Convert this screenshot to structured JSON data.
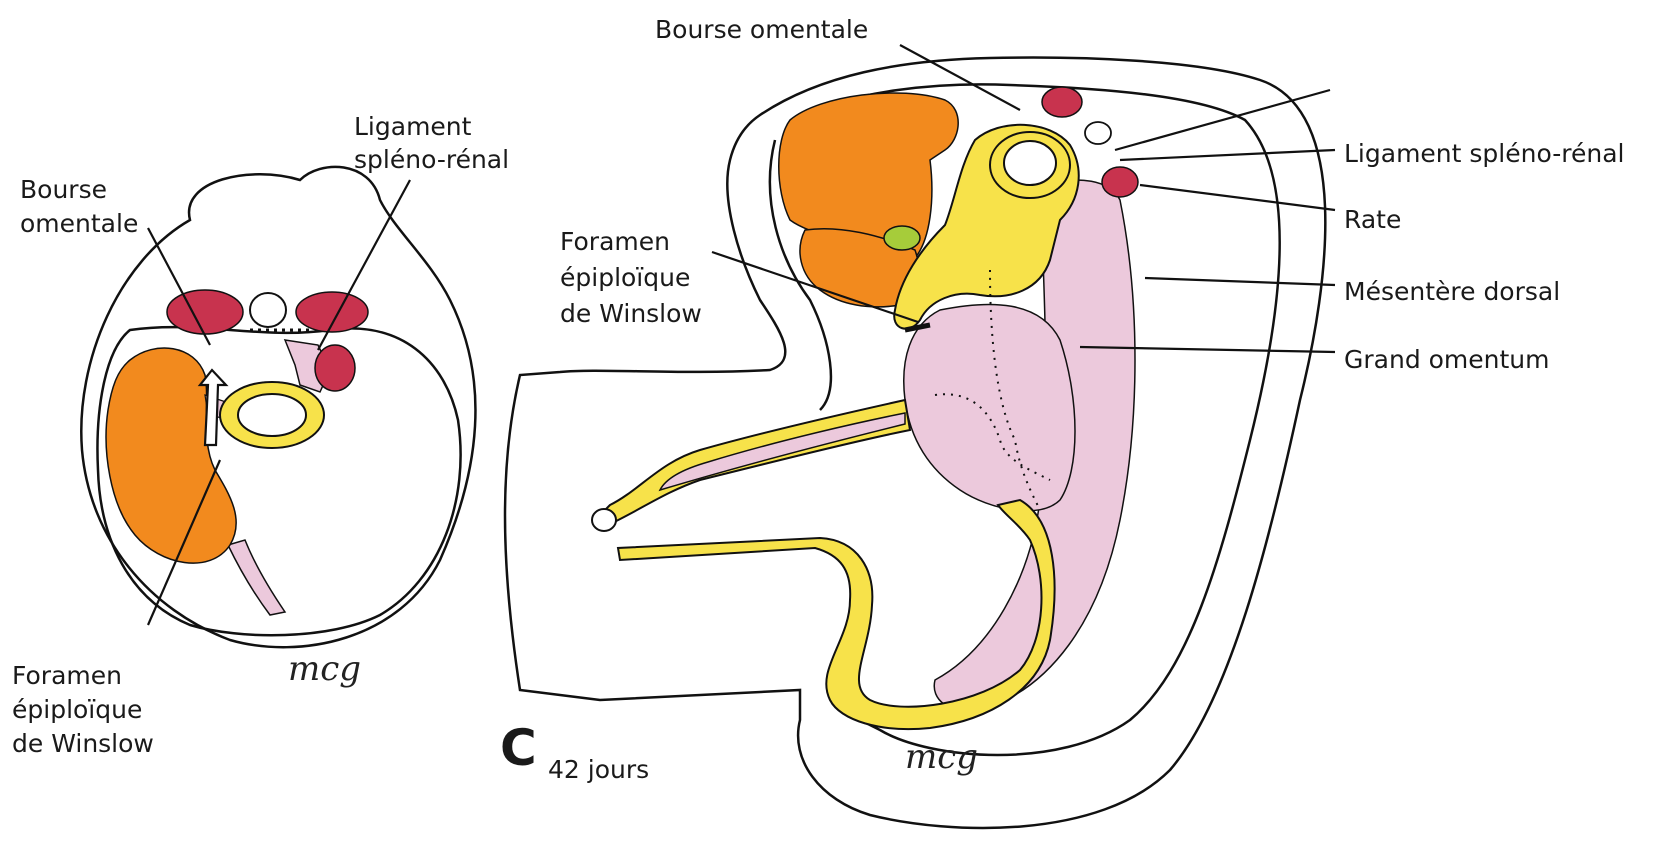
{
  "left_figure": {
    "labels": {
      "bourse_omentale_line1": "Bourse",
      "bourse_omentale_line2": "omentale",
      "ligament_line1": "Ligament",
      "ligament_line2": "spléno-rénal",
      "foramen_line1": "Foramen",
      "foramen_line2": "épiploïque",
      "foramen_line3": "de Winslow"
    },
    "signature": "mcg"
  },
  "right_figure": {
    "panel_letter": "C",
    "panel_caption": "42 jours",
    "labels": {
      "bourse_omentale": "Bourse omentale",
      "ligament": "Ligament spléno-rénal",
      "rate": "Rate",
      "mesentere": "Mésentère dorsal",
      "grand_omentum": "Grand omentum",
      "foramen_line1": "Foramen",
      "foramen_line2": "épiploïque",
      "foramen_line3": "de Winslow"
    },
    "signature": "mcg"
  },
  "colors": {
    "liver_orange": "#f28a1e",
    "stomach_yellow": "#f7e24a",
    "spleen_red": "#c8334e",
    "mesentery_pink": "#ecc9dc",
    "outline": "#111111"
  }
}
